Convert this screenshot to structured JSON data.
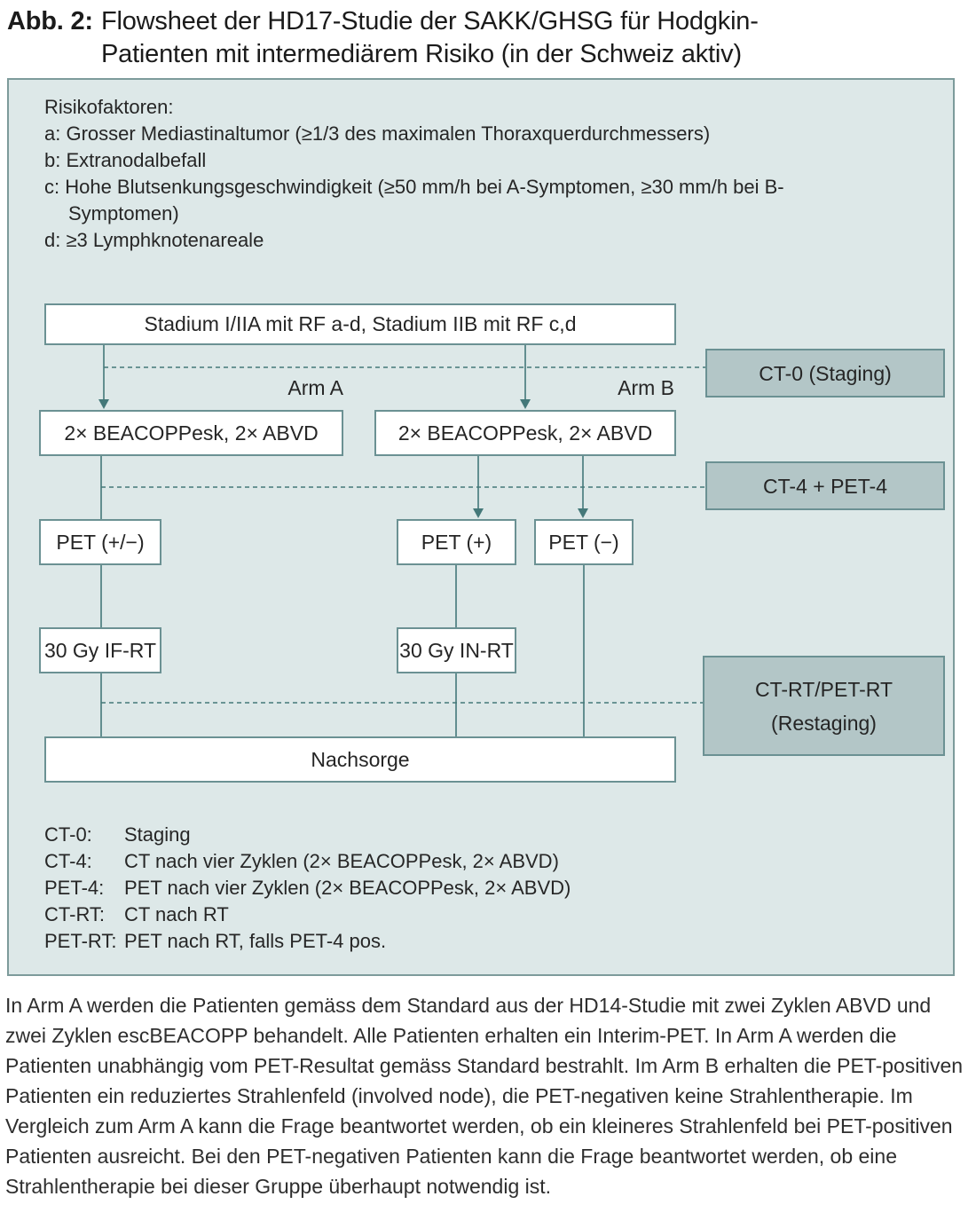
{
  "figure": {
    "label": "Abb. 2:",
    "title_line1": "Flowsheet der HD17-Studie der SAKK/GHSG für Hodgkin-",
    "title_line2": "Patienten mit intermediärem Risiko (in der Schweiz aktiv)"
  },
  "risk_factors": {
    "heading": "Risikofaktoren:",
    "items": [
      "a: Grosser Mediastinaltumor (≥1/3 des maximalen Thoraxquerdurchmessers)",
      "b: Extranodalbefall",
      "c: Hohe Blutsenkungsgeschwindigkeit (≥50 mm/h bei A-Symptomen, ≥30 mm/h bei B-Symptomen)",
      "d: ≥3 Lymphknotenareale"
    ]
  },
  "flowchart": {
    "stadium": "Stadium I/IIA mit RF a-d, Stadium IIB mit RF c,d",
    "arm_a_label": "Arm A",
    "arm_b_label": "Arm B",
    "chemo_arm_a": "2× BEACOPPesk, 2× ABVD",
    "chemo_arm_b": "2× BEACOPPesk, 2× ABVD",
    "pet_arm_a": "PET (+/−)",
    "pet_positive": "PET (+)",
    "pet_negative": "PET (−)",
    "rt_arm_a": "30 Gy IF-RT",
    "rt_arm_b": "30 Gy IN-RT",
    "followup": "Nachsorge",
    "staging_ct0": "CT-0 (Staging)",
    "staging_ct4": "CT-4 + PET-4",
    "restaging_line1": "CT-RT/PET-RT",
    "restaging_line2": "(Restaging)"
  },
  "legend": {
    "rows": [
      {
        "term": "CT-0:",
        "definition": "Staging"
      },
      {
        "term": "CT-4:",
        "definition": "CT nach vier Zyklen (2× BEACOPPesk, 2× ABVD)"
      },
      {
        "term": "PET-4:",
        "definition": "PET nach vier Zyklen (2× BEACOPPesk, 2× ABVD)"
      },
      {
        "term": "CT-RT:",
        "definition": "CT nach RT"
      },
      {
        "term": "PET-RT:",
        "definition": "PET nach RT, falls PET-4 pos."
      }
    ]
  },
  "body_text": "In Arm A werden die Patienten gemäss dem Standard aus der HD14-Studie mit zwei Zyklen ABVD und zwei Zyklen escBEACOPP behandelt. Alle Patienten erhalten ein Interim-PET. In Arm A werden die Patienten unabhängig vom PET-Resultat gemäss Standard bestrahlt. Im Arm B erhalten die PET-positiven Patienten ein reduziertes Strahlenfeld (involved node), die PET-negativen keine Strahlentherapie. Im Vergleich zum Arm A kann die Frage beantwortet werden, ob ein kleineres Strahlenfeld bei PET-positiven Patienten ausreicht. Bei den PET-negativen Patienten kann die Frage beantwortet werden, ob eine Strahlentherapie bei dieser Gruppe überhaupt notwendig ist.",
  "colors": {
    "panel_bg": "#dde8e8",
    "panel_border": "#7d9b9b",
    "node_border": "#6b9193",
    "side_box_bg": "#b3c6c7",
    "connector": "#447879"
  }
}
